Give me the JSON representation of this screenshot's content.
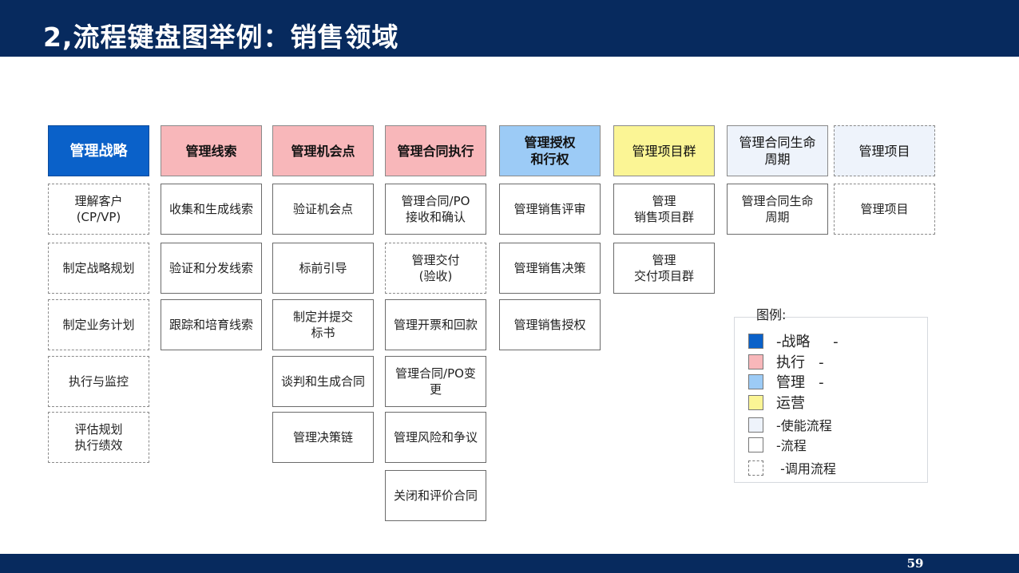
{
  "title": "2,流程键盘图举例：销售领域",
  "page_number": "59",
  "columns": [
    {
      "header": "管理战略",
      "header_style": "blue",
      "items": [
        {
          "label": "理解客户\n(CP/VP)",
          "dashed": true
        },
        {
          "label": "制定战略规划",
          "dashed": true
        },
        {
          "label": "制定业务计划",
          "dashed": true
        },
        {
          "label": "执行与监控",
          "dashed": true
        },
        {
          "label": "评估规划\n执行绩效",
          "dashed": true
        }
      ]
    },
    {
      "header": "管理线索",
      "header_style": "pink",
      "items": [
        {
          "label": "收集和生成线索",
          "dashed": false
        },
        {
          "label": "验证和分发线索",
          "dashed": false
        },
        {
          "label": "跟踪和培育线索",
          "dashed": false
        }
      ]
    },
    {
      "header": "管理机会点",
      "header_style": "pink",
      "items": [
        {
          "label": "验证机会点",
          "dashed": false
        },
        {
          "label": "标前引导",
          "dashed": false
        },
        {
          "label": "制定并提交\n标书",
          "dashed": false
        },
        {
          "label": "谈判和生成合同",
          "dashed": false
        },
        {
          "label": "管理决策链",
          "dashed": false
        }
      ]
    },
    {
      "header": "管理合同执行",
      "header_style": "pink",
      "items": [
        {
          "label": "管理合同/PO\n接收和确认",
          "dashed": false
        },
        {
          "label": "管理交付\n(验收)",
          "dashed": true
        },
        {
          "label": "管理开票和回款",
          "dashed": false
        },
        {
          "label": "管理合同/PO变\n更",
          "dashed": false
        },
        {
          "label": "管理风险和争议",
          "dashed": false
        },
        {
          "label": "关闭和评价合同",
          "dashed": false
        }
      ]
    },
    {
      "header": "管理授权\n和行权",
      "header_style": "lblue",
      "items": [
        {
          "label": "管理销售评审",
          "dashed": false
        },
        {
          "label": "管理销售决策",
          "dashed": false
        },
        {
          "label": "管理销售授权",
          "dashed": false
        }
      ]
    },
    {
      "header": "管理项目群",
      "header_style": "yellow",
      "items": [
        {
          "label": "管理\n销售项目群",
          "dashed": false
        },
        {
          "label": "管理\n交付项目群",
          "dashed": false
        }
      ]
    },
    {
      "header": "管理合同生命\n周期",
      "header_style": "pale",
      "items": [
        {
          "label": "管理合同生命\n周期",
          "dashed": false
        }
      ]
    },
    {
      "header": "管理项目",
      "header_style": "pale-dashed",
      "items": [
        {
          "label": "管理项目",
          "dashed": true
        }
      ]
    }
  ],
  "legend": {
    "title": "图例:",
    "items": [
      {
        "label": "-战略     -",
        "color": "#0a61c9",
        "dashed": false
      },
      {
        "label": "执行   -",
        "color": "#f8b7ba",
        "dashed": false
      },
      {
        "label": "管理   -",
        "color": "#9ccbf6",
        "dashed": false
      },
      {
        "label": "运营",
        "color": "#fbf595",
        "dashed": false
      },
      {
        "label": "-使能流程",
        "color": "#eef3fb",
        "dashed": false
      },
      {
        "label": "-流程",
        "color": "#ffffff",
        "dashed": false
      },
      {
        "label": " -调用流程",
        "color": "#ffffff",
        "dashed": true
      }
    ]
  },
  "colors": {
    "header_bar": "#072a5e",
    "strategy": "#0a61c9",
    "execute": "#f8b7ba",
    "manage": "#9ccbf6",
    "operate": "#fbf595",
    "enable": "#eef3fb"
  }
}
